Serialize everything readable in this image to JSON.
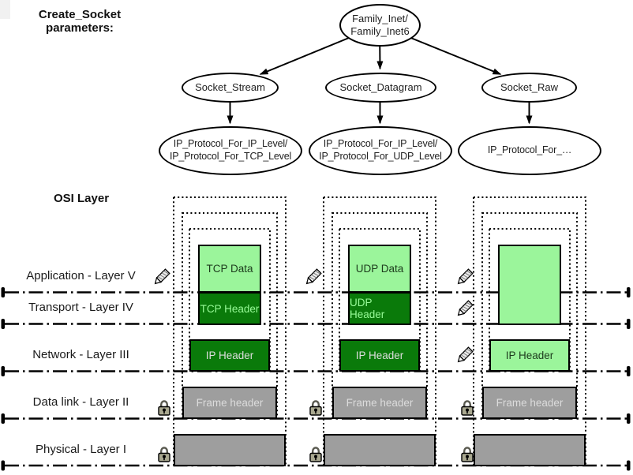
{
  "title": {
    "line1": "Create_Socket",
    "line2": "parameters:"
  },
  "tree": {
    "root": {
      "line1": "Family_Inet/",
      "line2": "Family_Inet6"
    },
    "sockets": [
      {
        "label": "Socket_Stream"
      },
      {
        "label": "Socket_Datagram"
      },
      {
        "label": "Socket_Raw"
      }
    ],
    "protocols": [
      {
        "line1": "IP_Protocol_For_IP_Level/",
        "line2": "IP_Protocol_For_TCP_Level"
      },
      {
        "line1": "IP_Protocol_For_IP_Level/",
        "line2": "IP_Protocol_For_UDP_Level"
      },
      {
        "line1": "IP_Protocol_For_…",
        "line2": ""
      }
    ]
  },
  "osi": {
    "heading": "OSI Layer",
    "layers": [
      {
        "label": "Application - Layer V"
      },
      {
        "label": "Transport - Layer IV"
      },
      {
        "label": "Network - Layer III"
      },
      {
        "label": "Data link - Layer II"
      },
      {
        "label": "Physical - Layer I"
      }
    ]
  },
  "columns": [
    {
      "name": "tcp",
      "data_label": "TCP Data",
      "transport_header_label": "TCP Header",
      "ip_header_label": "IP Header",
      "frame_header_label": "Frame header"
    },
    {
      "name": "udp",
      "data_label": "UDP Data",
      "transport_header_label": "UDP Header",
      "ip_header_label": "IP Header",
      "frame_header_label": "Frame header"
    },
    {
      "name": "raw",
      "data_label": "",
      "ip_header_label": "IP Header",
      "frame_header_label": "Frame header"
    }
  ],
  "icons": {
    "write_icon": "pencil-icon",
    "readonly_icon": "lock-icon"
  },
  "colors": {
    "light_green": "#9bf59b",
    "dark_green": "#0a7a0a",
    "header_text": "#98fb98",
    "ip_text": "#dedede",
    "gray": "#9e9e9e",
    "frame_text": "#dcdcdc",
    "line": "#000000"
  }
}
